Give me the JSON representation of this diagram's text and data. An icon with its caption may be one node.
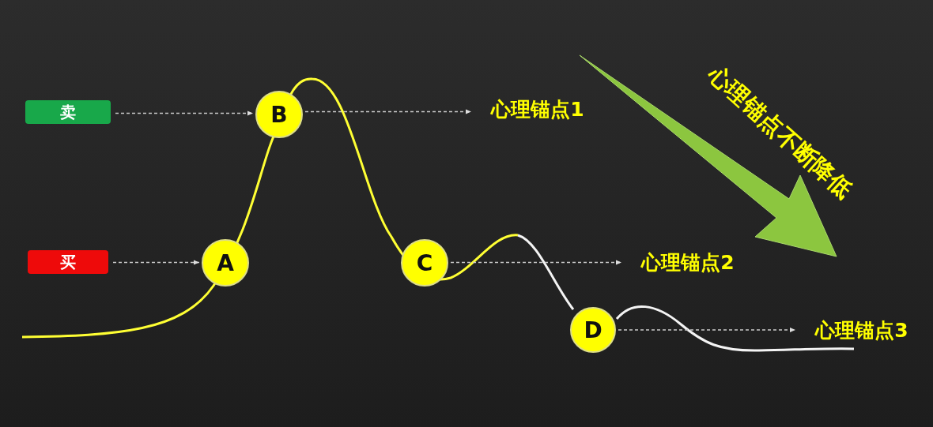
{
  "diagram": {
    "nodes": [
      {
        "text": [
          "卖"
        ]
      },
      {
        "text": [
          "B"
        ]
      },
      {
        "text": [
          "心理锚点1"
        ]
      },
      {
        "text": [
          "买"
        ]
      },
      {
        "text": [
          "A"
        ]
      },
      {
        "text": [
          "C"
        ]
      },
      {
        "text": [
          "心理锚点2"
        ]
      },
      {
        "text": [
          "D"
        ]
      },
      {
        "text": [
          "心理锚点3"
        ]
      }
    ],
    "edges": [
      {
        "from": 0,
        "to": 1,
        "arrow": "to",
        "style": "dashed"
      },
      {
        "from": 1,
        "to": 2,
        "arrow": "to",
        "style": "dashed"
      },
      {
        "from": 3,
        "to": 4,
        "arrow": "to",
        "style": "dashed"
      },
      {
        "from": 5,
        "to": 6,
        "arrow": "to",
        "style": "dashed"
      },
      {
        "from": 7,
        "to": 8,
        "arrow": "to",
        "style": "dashed"
      }
    ],
    "labels": [
      "心理锚点不断降低"
    ]
  }
}
